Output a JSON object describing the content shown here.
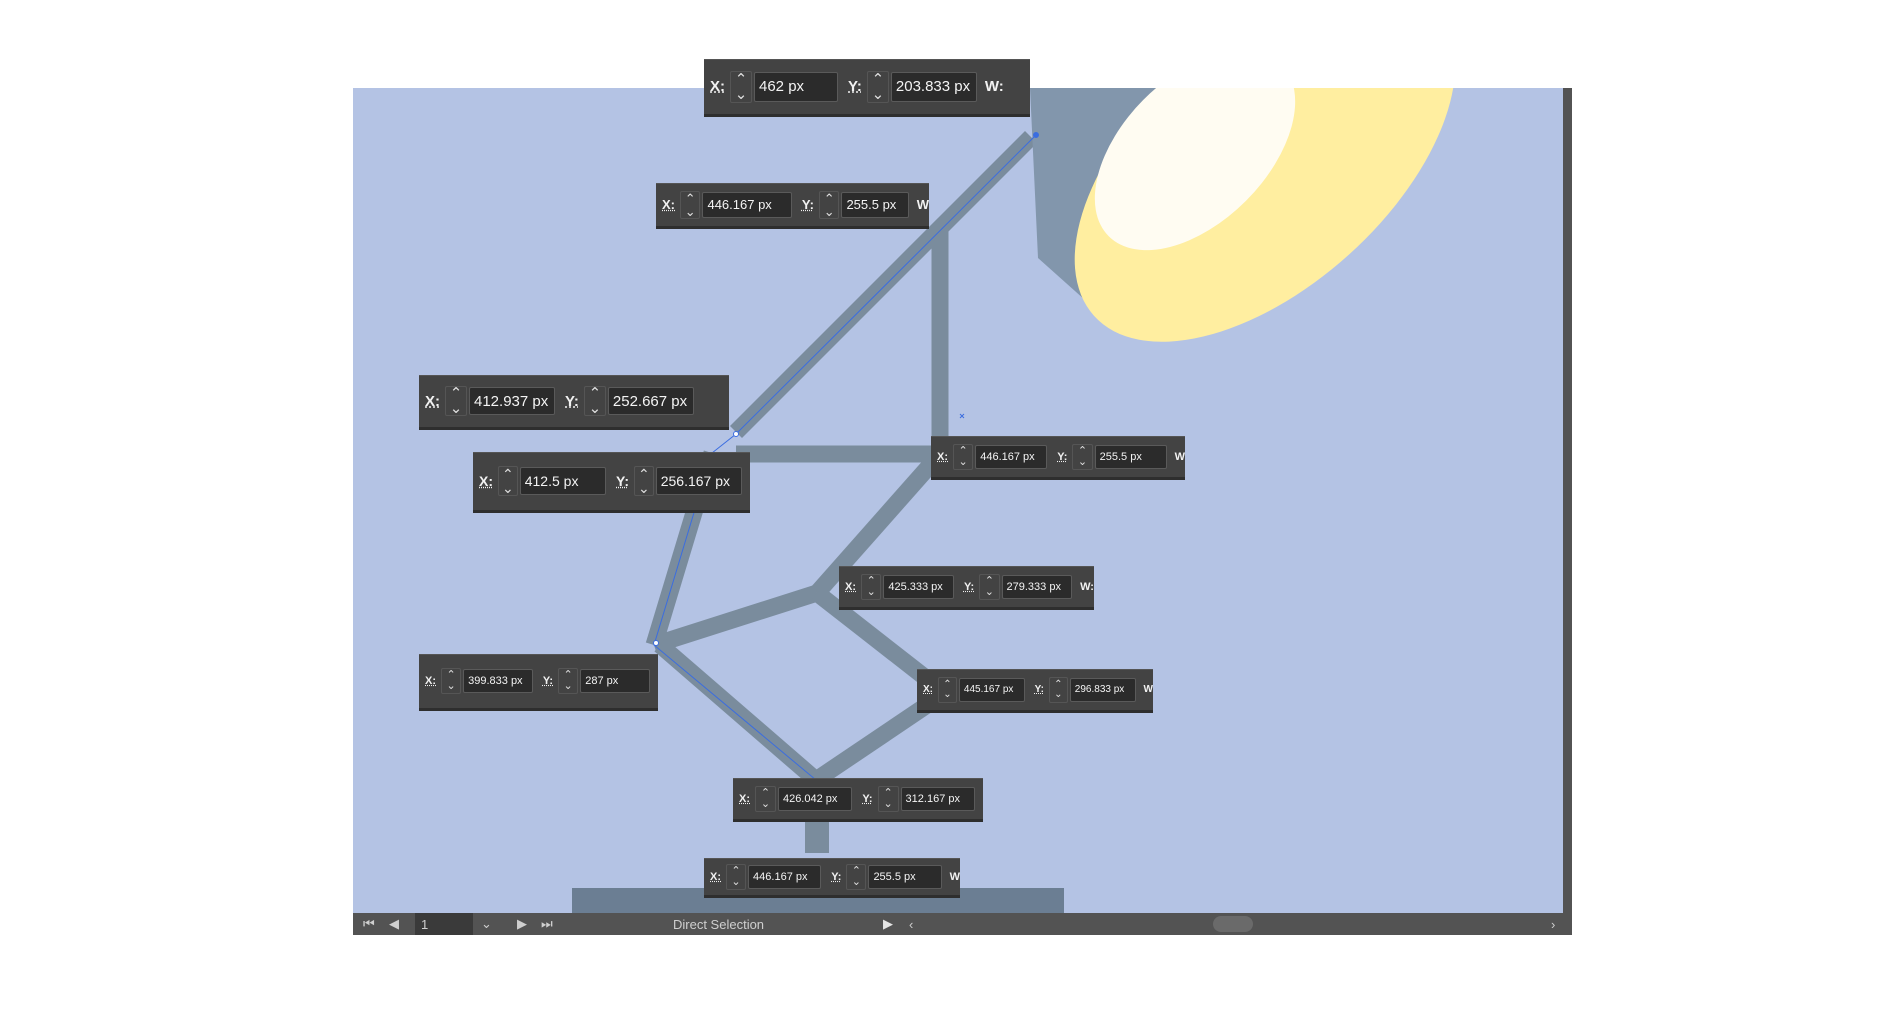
{
  "colors": {
    "canvas_bg": "#b4c3e4",
    "arm": "#7a8c9d",
    "lamp_shade": "#8296ac",
    "bulb_outer": "#ffeea0",
    "bulb_inner": "#fffcf2",
    "base": "#6b7e93",
    "panel_bg": "#434343",
    "selection": "#3b6de0"
  },
  "panels": [
    {
      "x_label": "X:",
      "x_value": "462 px",
      "y_label": "Y:",
      "y_value": "203.833 px",
      "tail": "W:"
    },
    {
      "x_label": "X:",
      "x_value": "446.167 px",
      "y_label": "Y:",
      "y_value": "255.5 px",
      "tail": "W"
    },
    {
      "x_label": "X:",
      "x_value": "412.937 px",
      "y_label": "Y:",
      "y_value": "252.667 px",
      "tail": ""
    },
    {
      "x_label": "X:",
      "x_value": "412.5 px",
      "y_label": "Y:",
      "y_value": "256.167 px",
      "tail": ""
    },
    {
      "x_label": "X:",
      "x_value": "446.167 px",
      "y_label": "Y:",
      "y_value": "255.5 px",
      "tail": "W"
    },
    {
      "x_label": "X:",
      "x_value": "425.333 px",
      "y_label": "Y:",
      "y_value": "279.333 px",
      "tail": "W:"
    },
    {
      "x_label": "X:",
      "x_value": "399.833 px",
      "y_label": "Y:",
      "y_value": "287 px",
      "tail": ""
    },
    {
      "x_label": "X:",
      "x_value": "445.167 px",
      "y_label": "Y:",
      "y_value": "296.833 px",
      "tail": "W"
    },
    {
      "x_label": "X:",
      "x_value": "426.042 px",
      "y_label": "Y:",
      "y_value": "312.167 px",
      "tail": ""
    },
    {
      "x_label": "X:",
      "x_value": "446.167 px",
      "y_label": "Y:",
      "y_value": "255.5 px",
      "tail": "W"
    }
  ],
  "statusbar": {
    "artboard_number": "1",
    "tool_name": "Direct Selection",
    "icons": [
      "first-artboard-icon",
      "prev-artboard-icon",
      "dropdown-icon",
      "next-artboard-icon",
      "last-artboard-icon",
      "play-icon",
      "scroll-left-icon",
      "scroll-right-icon"
    ]
  }
}
